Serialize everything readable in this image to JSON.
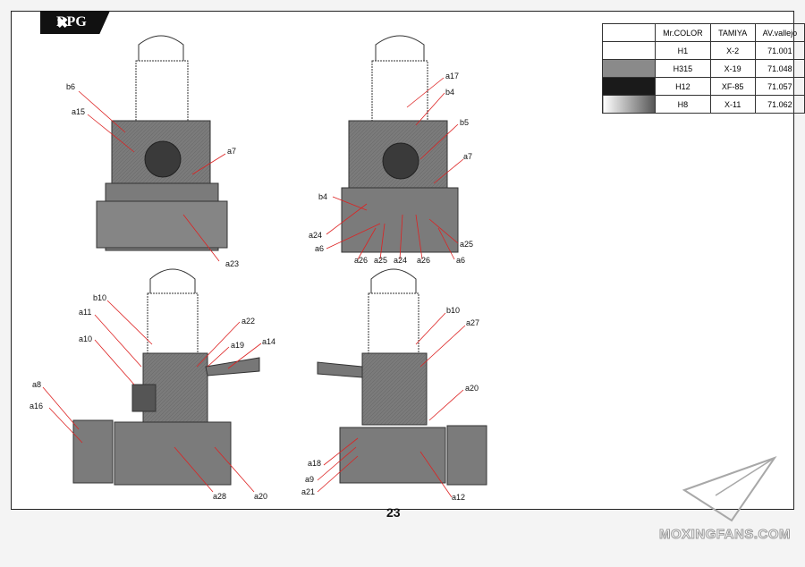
{
  "brand": {
    "logo_text": "RPG"
  },
  "color_table": {
    "headers": [
      "",
      "Mr.COLOR",
      "TAMIYA",
      "AV.vallejo"
    ],
    "rows": [
      {
        "swatch": "#ffffff",
        "mr_color": "H1",
        "tamiya": "X-2",
        "vallejo": "71.001"
      },
      {
        "swatch": "#8a8a8a",
        "mr_color": "H315",
        "tamiya": "X-19",
        "vallejo": "71.048"
      },
      {
        "swatch": "#1a1a1a",
        "mr_color": "H12",
        "tamiya": "XF-85",
        "vallejo": "71.057"
      },
      {
        "swatch": "#c9c9c9",
        "mr_color": "H8",
        "tamiya": "X-11",
        "vallejo": "71.062"
      }
    ]
  },
  "labels": {
    "v1": [
      "b6",
      "a15",
      "a7",
      "a23"
    ],
    "v2": [
      "a17",
      "b4",
      "b5",
      "a7",
      "b4",
      "a24",
      "a6",
      "a26",
      "a25",
      "a24",
      "a26",
      "a25",
      "a6"
    ],
    "v3": [
      "b10",
      "a11",
      "a10",
      "a22",
      "a19",
      "a14",
      "a8",
      "a16",
      "a28",
      "a20"
    ],
    "v4": [
      "b10",
      "a27",
      "a20",
      "a18",
      "a9",
      "a21",
      "a12"
    ]
  },
  "page_number": "23",
  "watermark": "MOXINGFANS.COM",
  "colors": {
    "gray": "#7b7b7b",
    "dark": "#4a4a4a",
    "leader": "#dd2222"
  }
}
